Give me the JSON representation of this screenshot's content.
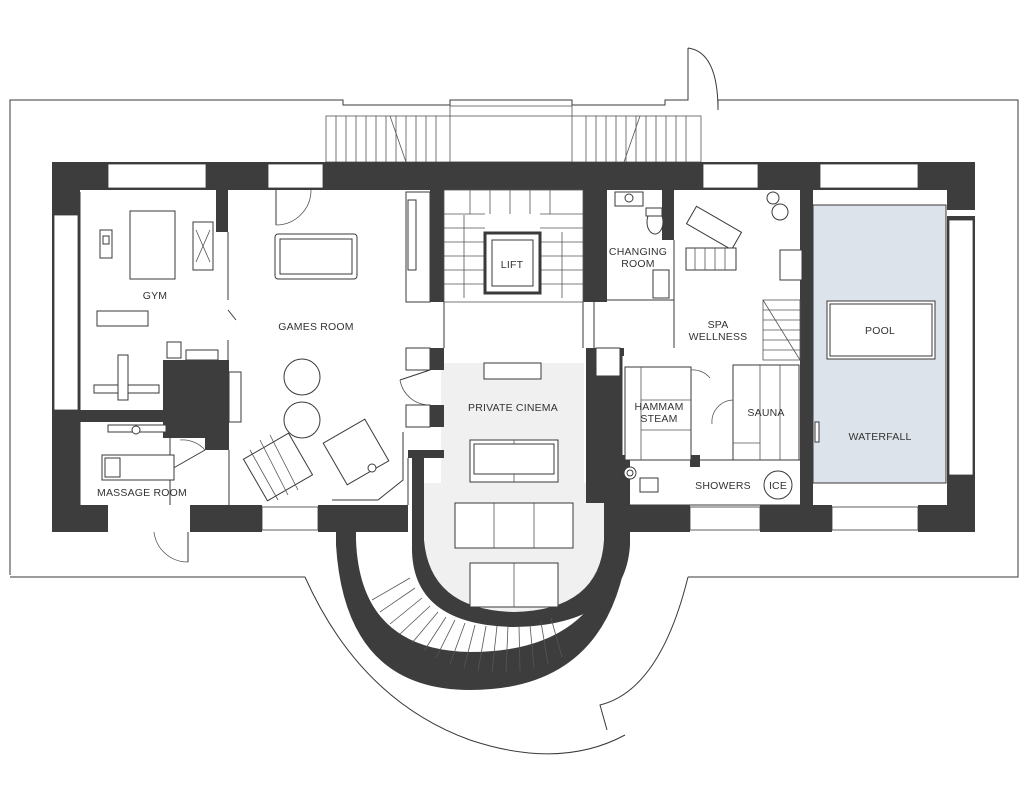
{
  "colors": {
    "wall": "#3d3d3d",
    "pool": "#dde3ea",
    "cinema": "#f0f0f0",
    "outline": "#3a3a3a"
  },
  "rooms": {
    "gym": "GYM",
    "games_room": "GAMES ROOM",
    "massage_room": "MASSAGE ROOM",
    "lift": "LIFT",
    "changing_line1": "CHANGING",
    "changing_line2": "ROOM",
    "spa_line1": "SPA",
    "spa_line2": "WELLNESS",
    "private_cinema": "PRIVATE CINEMA",
    "hammam_line1": "HAMMAM",
    "hammam_line2": "STEAM",
    "sauna": "SAUNA",
    "showers": "SHOWERS",
    "ice": "ICE",
    "pool": "POOL",
    "waterfall": "WATERFALL"
  }
}
